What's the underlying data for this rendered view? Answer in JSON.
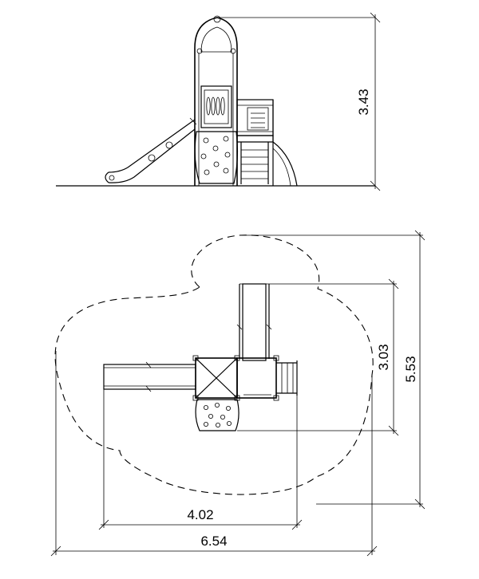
{
  "elevation_view": {
    "height_label": "3.43"
  },
  "plan_view": {
    "depth_label": "5.53",
    "arm_depth_label": "3.03",
    "inner_width_label": "4.02",
    "overall_width_label": "6.54"
  }
}
